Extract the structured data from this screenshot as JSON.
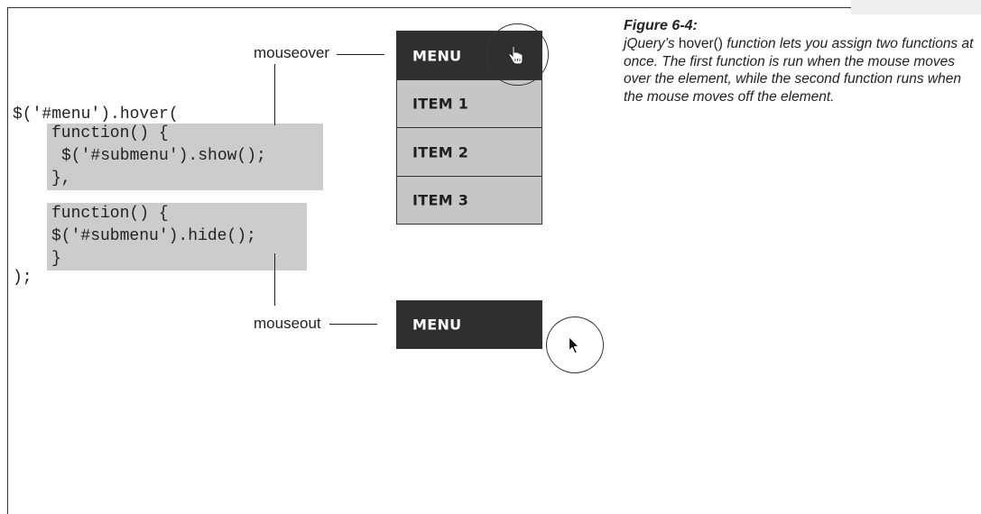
{
  "code": {
    "line1": "$('#menu').hover(",
    "line2": "function() {",
    "line3": "$('#submenu').show();",
    "line4": "},",
    "line5": "function() {",
    "line6": "$('#submenu').hide();",
    "line7": "}",
    "line8": ");"
  },
  "callouts": {
    "mouseover": "mouseover",
    "mouseout": "mouseout"
  },
  "menu_over": {
    "header": "MENU",
    "items": [
      "ITEM 1",
      "ITEM 2",
      "ITEM 3"
    ]
  },
  "menu_out": {
    "header": "MENU"
  },
  "caption": {
    "title": "Figure 6-4:",
    "pre": "jQuery’s ",
    "code_word": "hover()",
    "body": " function lets you assign two functions at once. The first function is run when the mouse moves over the element, while the second function runs when the mouse moves off the element."
  },
  "icons": {
    "hover_cursor": "hand-pointer-icon",
    "out_cursor": "arrow-pointer-icon"
  },
  "colors": {
    "menu_header_bg": "#2f2f2f",
    "menu_item_bg": "#c6c6c6",
    "code_highlight": "#cccccc"
  }
}
